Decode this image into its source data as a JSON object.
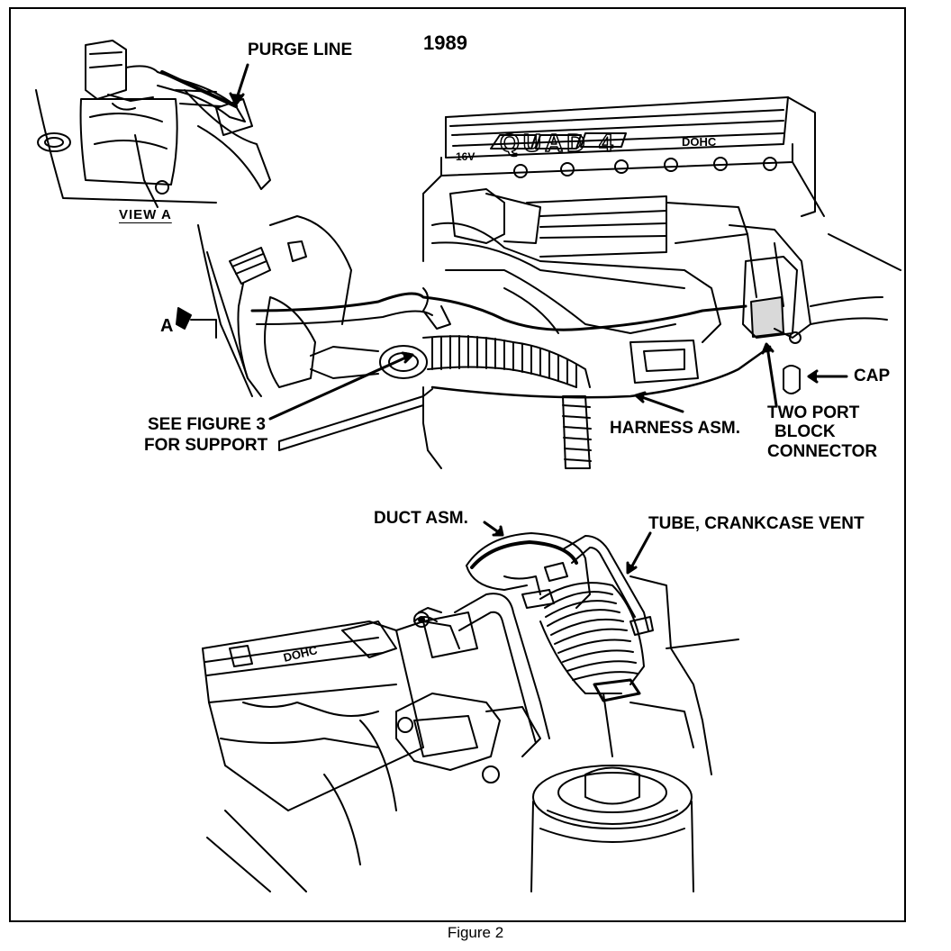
{
  "diagram": {
    "year": "1989",
    "view_label": "VIEW A",
    "arrow_letter": "A",
    "engine_text": {
      "valves": "16V",
      "model": "QUAD 4",
      "cam": "DOHC",
      "lower_cam": "DOHC"
    },
    "callouts": {
      "purge_line": "PURGE LINE",
      "see_figure_line1": "SEE FIGURE 3",
      "see_figure_line2": "FOR SUPPORT",
      "harness": "HARNESS ASM.",
      "cap": "CAP",
      "two_port_line1": "TWO PORT",
      "two_port_line2": "BLOCK",
      "two_port_line3": "CONNECTOR",
      "duct": "DUCT ASM.",
      "tube": "TUBE, CRANKCASE VENT"
    },
    "caption": "Figure 2"
  }
}
